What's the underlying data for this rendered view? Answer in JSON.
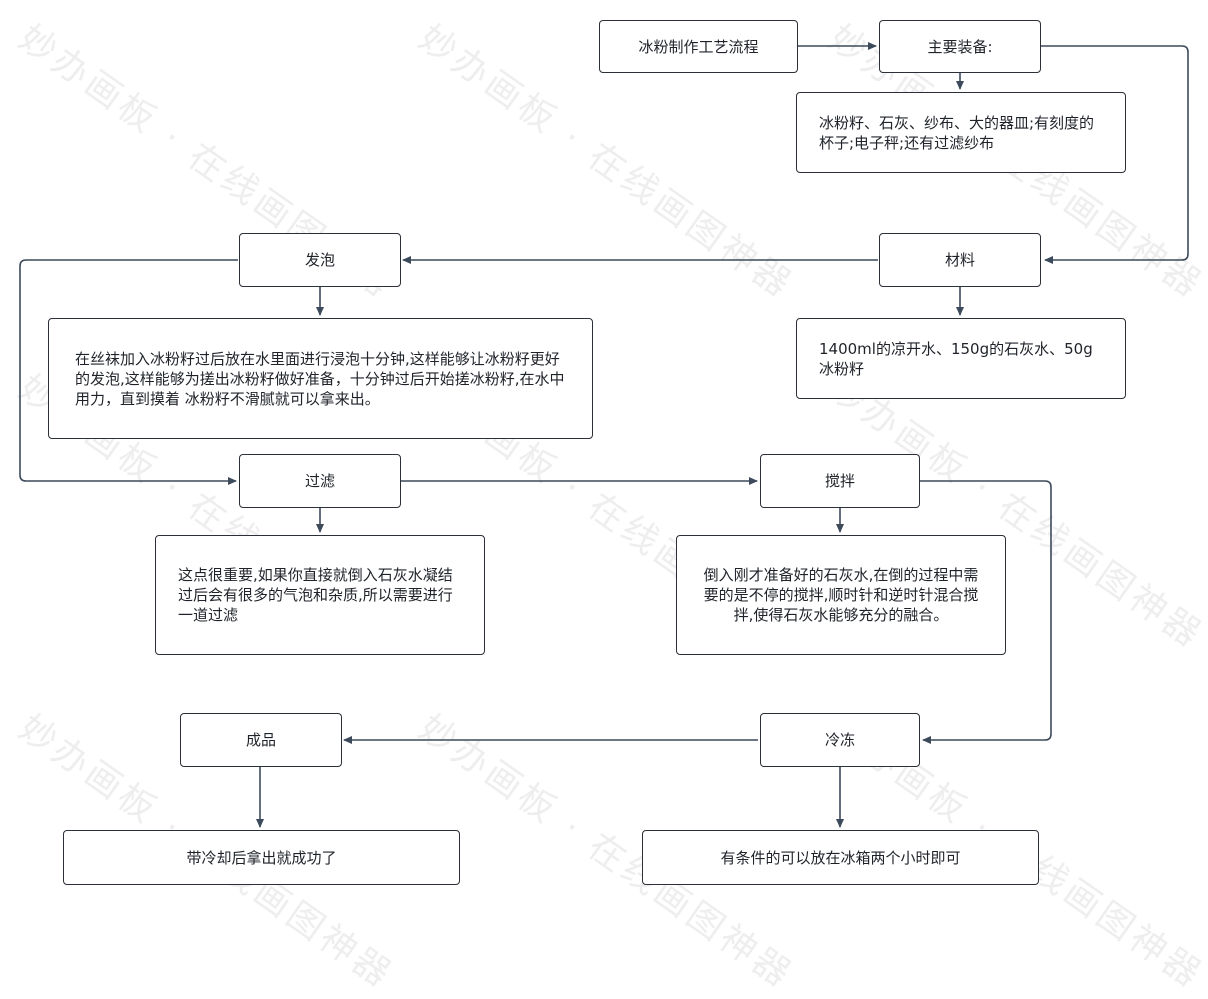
{
  "nodes": {
    "title": "冰粉制作工艺流程",
    "equipment": "主要装备:",
    "equipment_detail": "冰粉籽、石灰、纱布、大的器皿;有刻度的杯子;电子秤;还有过滤纱布",
    "materials": "材料",
    "materials_detail": "1400ml的凉开水、150g的石灰水、50g冰粉籽",
    "foaming": "发泡",
    "foaming_detail": "在丝袜加入冰粉籽过后放在水里面进行浸泡十分钟,这样能够让冰粉籽更好的发泡,这样能够为搓出冰粉籽做好准备，十分钟过后开始搓冰粉籽,在水中用力，直到摸着 冰粉籽不滑腻就可以拿来出。",
    "filter": "过滤",
    "filter_detail": "这点很重要,如果你直接就倒入石灰水凝结过后会有很多的气泡和杂质,所以需要进行一道过滤",
    "stir": "搅拌",
    "stir_detail": "倒入刚才准备好的石灰水,在倒的过程中需要的是不停的搅拌,顺时针和逆时针混合搅拌,使得石灰水能够充分的融合。",
    "freeze": "冷冻",
    "freeze_detail": "有条件的可以放在冰箱两个小时即可",
    "product": "成品",
    "product_detail": "带冷却后拿出就成功了"
  },
  "watermark": "妙办画板 · 在线画图神器",
  "colors": {
    "line": "#3d4a5c",
    "border": "#2b2f36"
  }
}
